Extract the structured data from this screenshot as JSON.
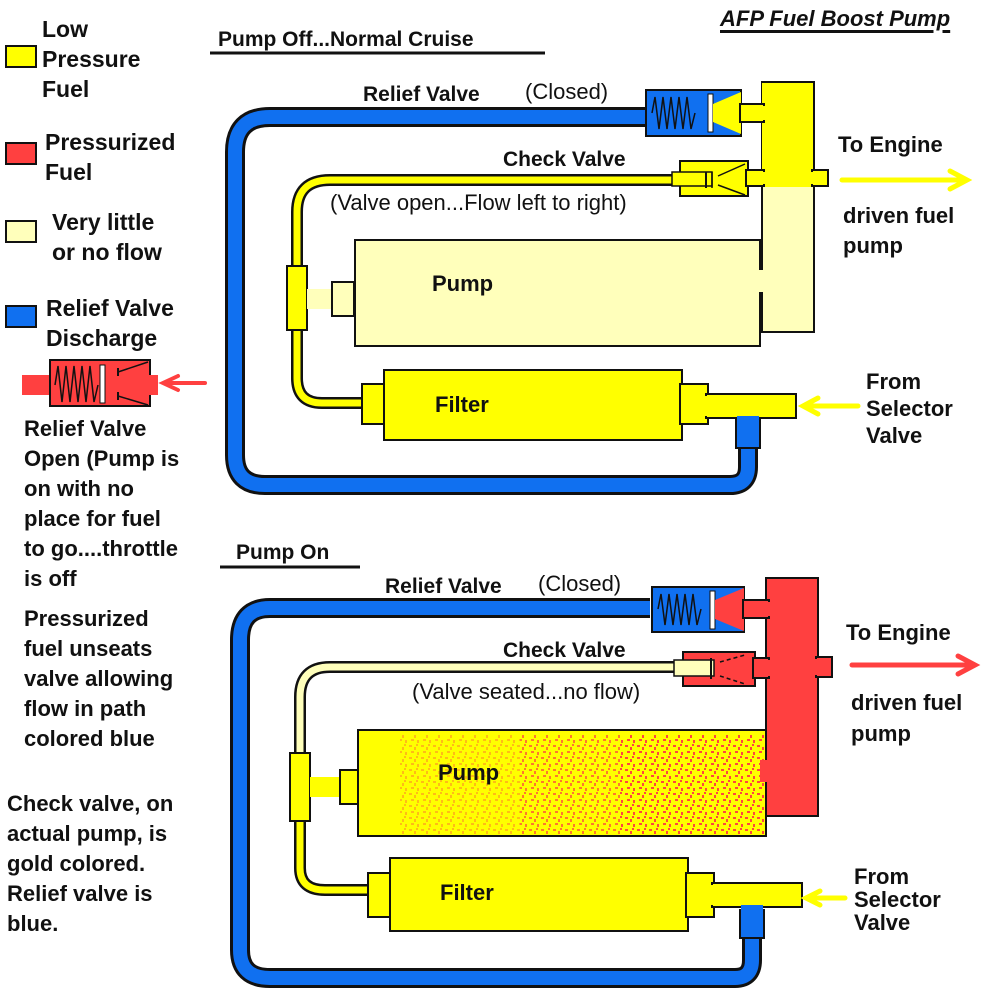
{
  "title": "AFP Fuel Boost Pump",
  "colors": {
    "low_pressure": "#FFFF00",
    "pressurized": "#FF4040",
    "no_flow": "#FFFFBB",
    "relief_discharge": "#1070F0",
    "outline": "#111111"
  },
  "legend": [
    {
      "label": "Low\nPressure\nFuel",
      "color_key": "low_pressure"
    },
    {
      "label": "Pressurized\nFuel",
      "color_key": "pressurized"
    },
    {
      "label": "Very little\nor no flow",
      "color_key": "no_flow"
    },
    {
      "label": "Relief Valve\nDischarge",
      "color_key": "relief_discharge"
    }
  ],
  "notes": {
    "relief_open": "Relief Valve\nOpen (Pump is\non with no\nplace for fuel\nto go....throttle\nis off",
    "pressurized_unseats": "Pressurized\nfuel unseats\nvalve allowing\nflow in path\ncolored blue",
    "check_valve_note": "Check valve, on\nactual pump, is\ngold colored.\nRelief valve is\nblue."
  },
  "diagrams": [
    {
      "heading": "Pump Off...Normal Cruise",
      "relief_valve_label": "Relief Valve",
      "relief_valve_state": "(Closed)",
      "check_valve_label": "Check Valve",
      "check_valve_state": "(Valve open...Flow left to right)",
      "pump_label": "Pump",
      "filter_label": "Filter",
      "outlet_label": "To Engine",
      "outlet_sublabel": "driven fuel\npump",
      "inlet_label": "From\nSelector\nValve"
    },
    {
      "heading": "Pump On",
      "relief_valve_label": "Relief Valve",
      "relief_valve_state": "(Closed)",
      "check_valve_label": "Check Valve",
      "check_valve_state": "(Valve seated...no flow)",
      "pump_label": "Pump",
      "filter_label": "Filter",
      "outlet_label": "To Engine",
      "outlet_sublabel": "driven fuel\npump",
      "inlet_label": "From\nSelector\nValve"
    }
  ]
}
